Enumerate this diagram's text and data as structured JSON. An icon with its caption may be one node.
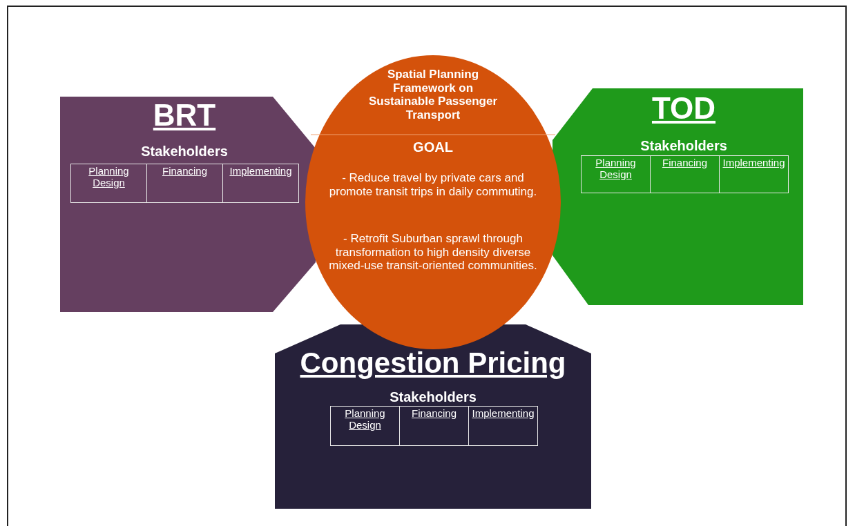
{
  "diagram": {
    "nodes": [
      {
        "text": [
          "BRT",
          "Stakeholders"
        ]
      },
      {
        "text": [
          "Planning Design"
        ],
        "in": 0
      },
      {
        "text": [
          "Financing"
        ],
        "in": 0
      },
      {
        "text": [
          "Implementing"
        ],
        "in": 0
      },
      {
        "text": [
          "Spatial Planning Framework on Sustainable Passenger Transport",
          "GOAL",
          "- Reduce travel by private cars and promote transit trips in daily commuting.",
          "- Retrofit Suburban sprawl through transformation to high density diverse mixed-use transit-oriented communities."
        ]
      },
      {
        "text": [
          "TOD",
          "Stakeholders"
        ]
      },
      {
        "text": [
          "Planning Design"
        ],
        "in": 5
      },
      {
        "text": [
          "Financing"
        ],
        "in": 5
      },
      {
        "text": [
          "Implementing"
        ],
        "in": 5
      },
      {
        "text": [
          "Congestion Pricing",
          "Stakeholders"
        ]
      },
      {
        "text": [
          "Planning Design"
        ],
        "in": 9
      },
      {
        "text": [
          "Financing"
        ],
        "in": 9
      },
      {
        "text": [
          "Implementing"
        ],
        "in": 9
      }
    ]
  }
}
